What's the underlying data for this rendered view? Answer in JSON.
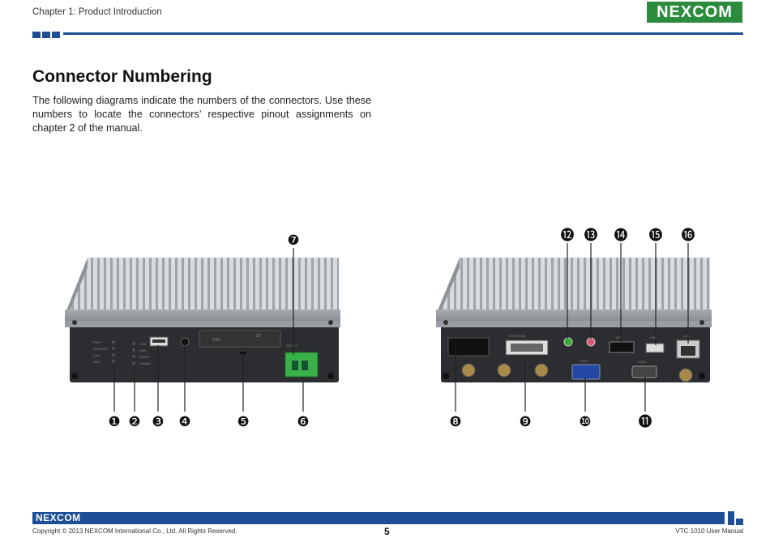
{
  "header": {
    "chapter": "Chapter 1: Product Introduction",
    "logo_text": "NEXCOM"
  },
  "section": {
    "title": "Connector Numbering",
    "intro": "The following diagrams indicate the numbers of the connectors. Use these numbers to locate the connectors’ respective pinout assignments on chapter 2 of the manual."
  },
  "front_panel": {
    "callouts": [
      "❶",
      "❷",
      "❸",
      "❹",
      "❺",
      "❻",
      "❼"
    ],
    "led_labels": [
      "PWR",
      "WLAN/3G",
      "LAN",
      "WDT"
    ],
    "status_labels": [
      "HDD",
      "WAN",
      "WLAN",
      "WWAN"
    ],
    "slot_labels": [
      "SIM",
      "SD"
    ],
    "reset_label": "RESET",
    "dc_label": "9V~36V"
  },
  "rear_panel": {
    "callouts": [
      "❽",
      "❾",
      "❿",
      "⓫",
      "⓬",
      "⓭",
      "⓮",
      "⓯",
      "⓰"
    ],
    "port_labels": [
      "DVI-I/HDMI",
      "VGA",
      "COM1",
      "USB",
      "DP",
      "LAN"
    ]
  },
  "footer": {
    "logo_text": "NEXCOM",
    "copyright": "Copyright © 2013 NEXCOM International Co., Ltd. All Rights Reserved.",
    "page_number": "5",
    "manual_title": "VTC 1010 User Manual"
  },
  "colors": {
    "brand_blue": "#1d4f96",
    "brand_green": "#2a8c3c"
  }
}
